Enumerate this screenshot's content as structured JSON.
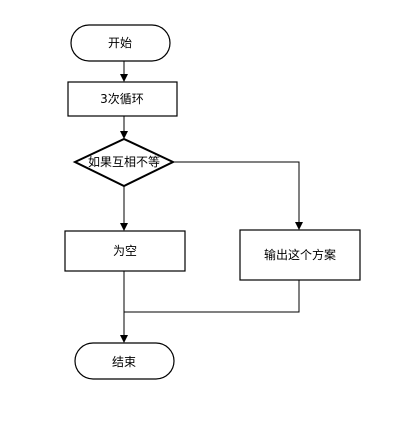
{
  "diagram": {
    "type": "flowchart",
    "colors": {
      "stroke": "#000000",
      "fill": "#ffffff",
      "text": "#000000"
    },
    "nodes": {
      "start": {
        "shape": "terminator",
        "label": "开始"
      },
      "loop": {
        "shape": "process",
        "label": "3次循环"
      },
      "decision": {
        "shape": "decision",
        "label": "如果互相不等"
      },
      "empty": {
        "shape": "process",
        "label": "为空"
      },
      "output": {
        "shape": "process",
        "label": "输出这个方案"
      },
      "end": {
        "shape": "terminator",
        "label": "结束"
      }
    },
    "edges": [
      {
        "from": "start",
        "to": "loop"
      },
      {
        "from": "loop",
        "to": "decision"
      },
      {
        "from": "decision",
        "to": "empty"
      },
      {
        "from": "decision",
        "to": "output"
      },
      {
        "from": "empty",
        "to": "end"
      },
      {
        "from": "output",
        "to": "end"
      }
    ]
  }
}
